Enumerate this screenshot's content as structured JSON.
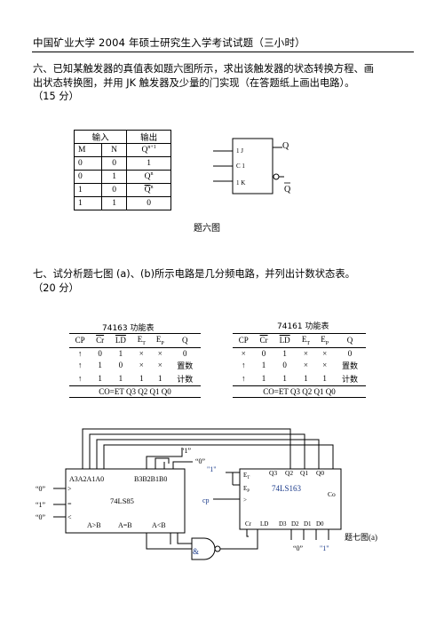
{
  "header": {
    "title": "中国矿业大学 2004 年硕士研究生入学考试试题（三小时）"
  },
  "q6": {
    "line1": "六、已知某触发器的真值表如题六图所示，求出该触发器的状态转换方程、画",
    "line2": "出状态转换图，并用 JK 触发器及少量的门实现（在答题纸上画出电路）。",
    "line3": "（15 分）",
    "table": {
      "group_headers": [
        "输入",
        "输出"
      ],
      "col_headers": [
        "M",
        "N",
        "Q"
      ],
      "col_header_sup": "n+1",
      "rows": [
        [
          "0",
          "0",
          "1"
        ],
        [
          "0",
          "1",
          "Q",
          "n"
        ],
        [
          "1",
          "0",
          "Q",
          "n"
        ],
        [
          "1",
          "1",
          "0"
        ]
      ]
    },
    "ff": {
      "j": "1  J",
      "c": "C 1",
      "k": "1  K",
      "q": "Q",
      "qbar": "Q"
    },
    "caption": "题六图"
  },
  "q7": {
    "line1": "七、试分析题七图 (a)、(b)所示电路是几分频电路，并列出计数状态表。",
    "line2": "（20 分）",
    "table_left": {
      "title": "74163 功能表",
      "headers": [
        "CP",
        "Cr",
        "LD",
        "E",
        "E",
        "Q"
      ],
      "header_subs": [
        "",
        "",
        "",
        "T",
        "P",
        ""
      ],
      "rows": [
        [
          "↑",
          "0",
          "1",
          "×",
          "×",
          "0"
        ],
        [
          "↑",
          "1",
          "0",
          "×",
          "×",
          "置数"
        ],
        [
          "↑",
          "1",
          "1",
          "1",
          "1",
          "计数"
        ]
      ],
      "footer": "CO=ET Q3 Q2 Q1 Q0"
    },
    "table_right": {
      "title": "74161 功能表",
      "headers": [
        "CP",
        "Cr",
        "LD",
        "E",
        "E",
        "Q"
      ],
      "header_subs": [
        "",
        "",
        "",
        "T",
        "P",
        ""
      ],
      "rows": [
        [
          "×",
          "0",
          "1",
          "×",
          "×",
          "0"
        ],
        [
          "↑",
          "1",
          "0",
          "×",
          "×",
          "置数"
        ],
        [
          "↑",
          "1",
          "1",
          "1",
          "1",
          "计数"
        ]
      ],
      "footer": "CO=ET Q3 Q2 Q1 Q0"
    },
    "circuit": {
      "cmp_inputs_a": "A3A2A1A0",
      "cmp_inputs_b": "B3B2B1B0",
      "cmp_name": "74LS85",
      "cmp_out1": "A>B",
      "cmp_out2": "A=B",
      "cmp_out3": "A<B",
      "cmp_in1": "“0”",
      "cmp_in2": "“1”",
      "cmp_in3": "“0”",
      "top_one": "“1”",
      "top_zero": "“0”",
      "cnt_one": "\"1\"",
      "et": "E",
      "ep": "E",
      "cnt_q": [
        "Q3",
        "Q2",
        "Q1",
        "Q0"
      ],
      "cnt_name": "74LS163",
      "co": "Co",
      "cp": "cp",
      "cnt_bottom": [
        "Cr",
        "LD",
        "D3",
        "D2",
        "D1",
        "D0"
      ],
      "and_gate": "&",
      "bottom_zero": "“0”",
      "bottom_one": "\"1\"",
      "caption": "题七图(a)"
    }
  }
}
